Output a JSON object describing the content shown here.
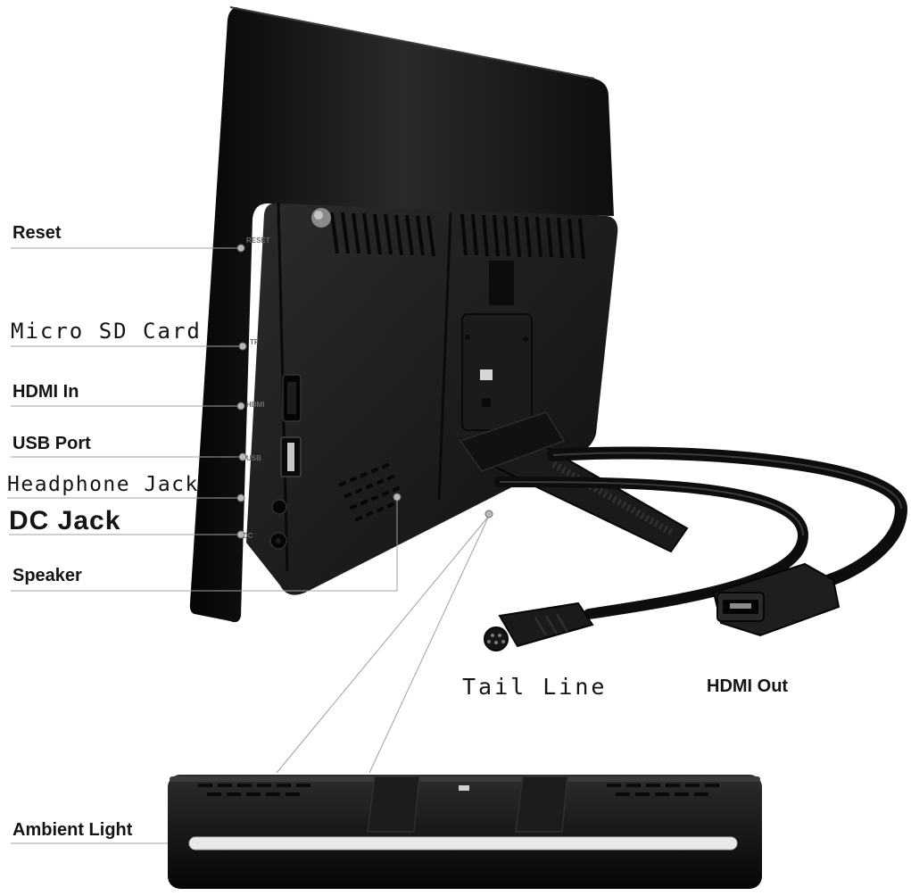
{
  "labels": {
    "reset": "Reset",
    "micro_sd": "Micro SD Card",
    "hdmi_in": "HDMI In",
    "usb_port": "USB Port",
    "headphone_jack": "Headphone Jack",
    "dc_jack": "DC Jack",
    "speaker": "Speaker",
    "tail_line": "Tail Line",
    "hdmi_out": "HDMI Out",
    "ambient_light": "Ambient Light"
  },
  "device_markings": {
    "reset": "RESET",
    "tf": "TF",
    "hdmi": "HDMI",
    "usb": "USB",
    "dc": "DC"
  },
  "colors": {
    "device_body": "#141414",
    "bezel": "#0b0b0b",
    "leader_line": "#9a9a9a",
    "light_strip": "#e9e9e9"
  }
}
